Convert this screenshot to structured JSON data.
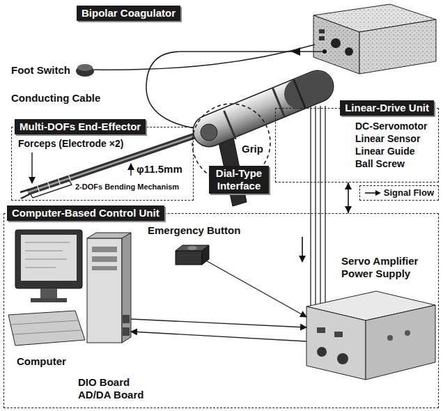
{
  "diagram": {
    "nodes": [
      {
        "text": [
          "Bipolar Coagulator"
        ]
      },
      {
        "text": [
          "Linear-Drive Unit"
        ]
      },
      {
        "text": [
          "Multi-DOFs End-Effector"
        ]
      },
      {
        "text": [
          "Grip"
        ]
      },
      {
        "text": [
          "Dial-Type Interface"
        ]
      },
      {
        "text": [
          "Computer-Based Control Unit"
        ]
      }
    ],
    "edges": [
      {
        "from": 1,
        "to": 5,
        "arrow": "both"
      }
    ],
    "labels": [
      "Foot Switch",
      "Conducting Cable",
      "DC-Servomotor",
      "Linear Sensor",
      "Linear Guide",
      "Ball Screw",
      "Forceps (Electrode ×2)",
      "φ11.5mm",
      "2-DOFs Bending Mechanism",
      "Emergency Button",
      "Servo Amplifier",
      "Power Supply",
      "Computer",
      "DIO Board",
      "AD/DA Board"
    ],
    "legend": [
      {
        "text": "Signal Flow"
      }
    ]
  }
}
